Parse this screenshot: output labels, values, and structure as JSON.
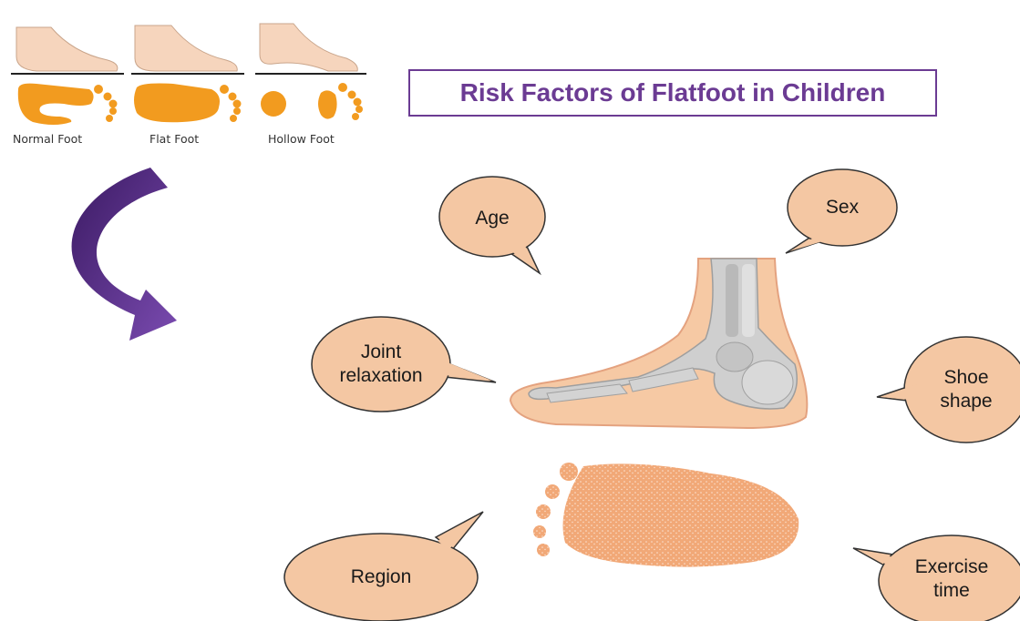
{
  "title": "Risk Factors of Flatfoot in Children",
  "foot_types": [
    {
      "label": "Normal Foot",
      "icon": "normal-foot-print-icon"
    },
    {
      "label": "Flat Foot",
      "icon": "flat-foot-print-icon"
    },
    {
      "label": "Hollow Foot",
      "icon": "hollow-foot-print-icon"
    }
  ],
  "risk_factors": {
    "age": "Age",
    "sex": "Sex",
    "joint_relaxation": [
      "Joint",
      "relaxation"
    ],
    "shoe_shape": [
      "Shoe",
      "shape"
    ],
    "region": "Region",
    "exercise_time": [
      "Exercise",
      "time"
    ]
  },
  "colors": {
    "title": "#6b3b93",
    "bubble_fill": "#f4c7a3",
    "bubble_stroke": "#333333",
    "footprint": "#f29b1f",
    "arrow": "#5a2d82",
    "skin": "#f6c9a4",
    "bone": "#c9c9c9"
  }
}
